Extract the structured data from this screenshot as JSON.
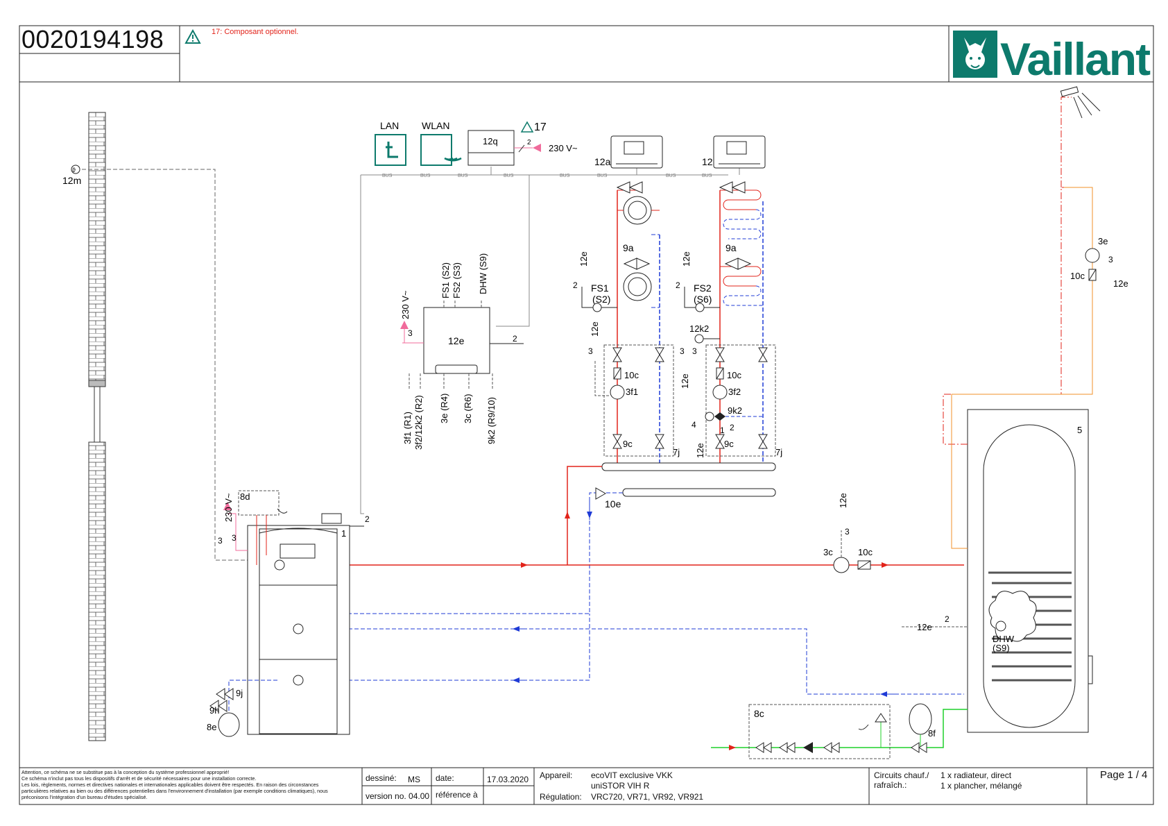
{
  "header": {
    "document_number": "0020194198",
    "warning_note": "17: Composant optionnel.",
    "brand": "Vaillant",
    "optional_marker": "17"
  },
  "labels": {
    "lan": "LAN",
    "wlan": "WLAN",
    "bus": "BUS",
    "v230": "230 V~",
    "c12q": "12q",
    "c12a": "12a",
    "c12": "12",
    "c12e": "12e",
    "c12m": "12m",
    "c12k2": "12k2",
    "c9a": "9a",
    "fs1": "FS1",
    "s2": "(S2)",
    "fs2": "FS2",
    "s6": "(S6)",
    "c10c": "10c",
    "c3f1": "3f1",
    "c3f2": "3f2",
    "c9k2": "9k2",
    "c9c": "9c",
    "c7j": "7j",
    "c10e": "10e",
    "c8d": "8d",
    "c9j": "9j",
    "c9h": "9h",
    "c8e": "8e",
    "c3c": "3c",
    "c3e": "3e",
    "c8c": "8c",
    "c8f": "8f",
    "c5": "5",
    "c1": "1",
    "n2": "2",
    "n3": "3",
    "n4": "4",
    "n1": "1",
    "dhw": "DHW",
    "s9": "(S9)",
    "top_fs1": "FS1 (S2)",
    "top_fs2": "FS2 (S3)",
    "top_dhw": "DHW (S9)",
    "bot_3f1": "3f1 (R1)",
    "bot_3f2": "3f2/12k2 (R2)",
    "bot_3e": "3e (R4)",
    "bot_3c": "3c (R6)",
    "bot_9k2": "9k2 (R9/10)"
  },
  "footer": {
    "disclaimer": [
      "Attention, ce schéma ne se substitue pas à la conception du système professionnel approprié!",
      "Ce schéma n'inclut pas tous les dispositifs d'arrêt et de sécurité nécessaires pour une installation correcte.",
      "Les lois, règlements, normes et directives nationales et internationales applicables doivent être respectés. En raison des circonstances",
      "particulières relatives au bien ou des différences potentielles dans l'environnement d'installation (par exemple conditions climatiques), nous",
      "préconisons l'intégration d'un bureau d'études spécialisé."
    ],
    "drawn_label": "dessiné:",
    "drawn_value": "MS",
    "date_label": "date:",
    "date_value": "17.03.2020",
    "version_label": "version no. 04.00",
    "reference_label": "référence à",
    "device_label": "Appareil:",
    "device_line1": "ecoVIT exclusive VKK",
    "device_line2": "uniSTOR VIH R",
    "regulation_label": "Régulation:",
    "regulation_value": "VRC720, VR71, VR92, VR921",
    "circuits_label1": "Circuits chauf./",
    "circuits_label2": "rafraîch.:",
    "circuits_line1": "1 x radiateur, direct",
    "circuits_line2": "1 x plancher, mélangé",
    "page": "Page 1 / 4"
  },
  "colors": {
    "flow": "#e2231a",
    "return": "#1f3bd6",
    "cold": "#1fd02a",
    "hot_sec": "#f0902a",
    "pink": "#f06b9b",
    "brand": "#0d7a6c",
    "bus": "#888888"
  }
}
